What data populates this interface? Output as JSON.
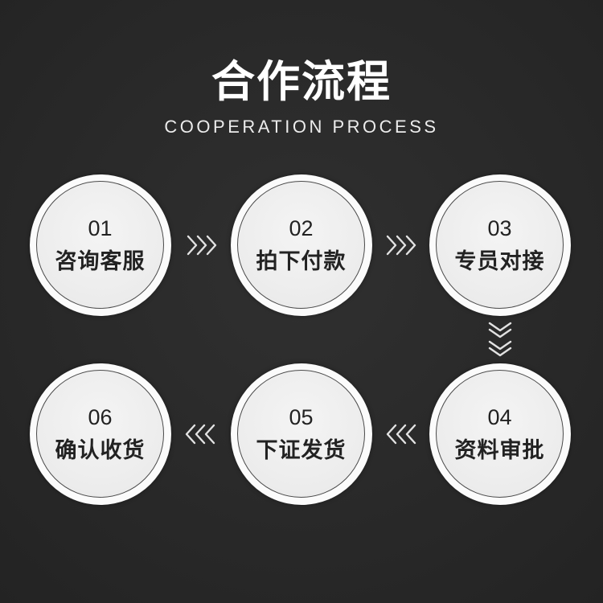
{
  "title": "合作流程",
  "subtitle": "COOPERATION PROCESS",
  "steps": [
    {
      "number": "01",
      "label": "咨询客服"
    },
    {
      "number": "02",
      "label": "拍下付款"
    },
    {
      "number": "03",
      "label": "专员对接"
    },
    {
      "number": "04",
      "label": "资料审批"
    },
    {
      "number": "05",
      "label": "下证发货"
    },
    {
      "number": "06",
      "label": "确认收货"
    }
  ],
  "icons": {
    "flow_right": "chevron-right-icon",
    "flow_down": "chevron-down-icon",
    "flow_left": "chevron-left-icon"
  },
  "colors": {
    "background": "#2a2a2a",
    "circle_ring": "#fbfbfb",
    "circle_fill": "#ececec",
    "text_dark": "#222222",
    "text_light": "#ffffff",
    "arrow": "#e2e2e2"
  }
}
